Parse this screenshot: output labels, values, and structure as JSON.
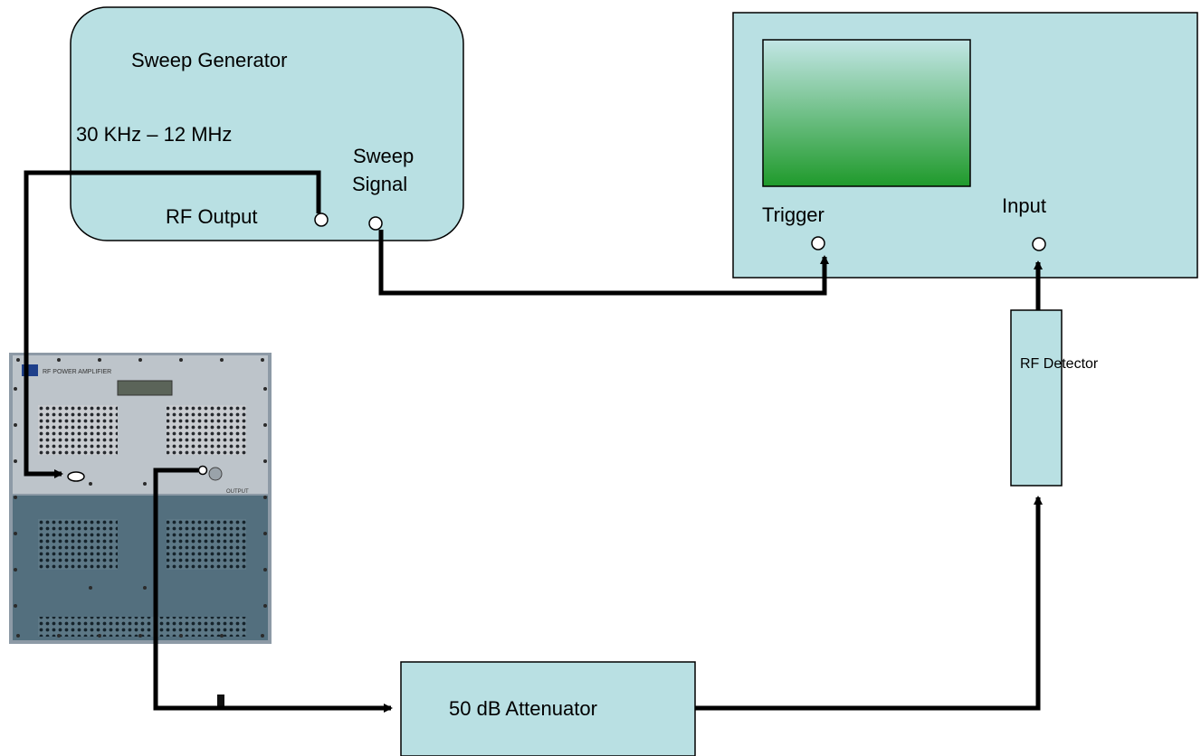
{
  "sweep_generator": {
    "title": "Sweep Generator",
    "range": "30 KHz – 12 MHz",
    "rf_output": "RF Output",
    "sweep_signal_line1": "Sweep",
    "sweep_signal_line2": "Signal"
  },
  "oscilloscope": {
    "trigger": "Trigger",
    "input": "Input"
  },
  "rf_detector": {
    "label": "RF Detector"
  },
  "attenuator": {
    "label": "50 dB Attenuator"
  },
  "amplifier": {
    "title": "RF POWER AMPLIFIER",
    "output": "OUTPUT"
  },
  "colors": {
    "box_fill": "#b9e0e3",
    "screen_top": "#c3e6e6",
    "screen_bottom": "#1f9a2b",
    "wire": "#000000"
  }
}
